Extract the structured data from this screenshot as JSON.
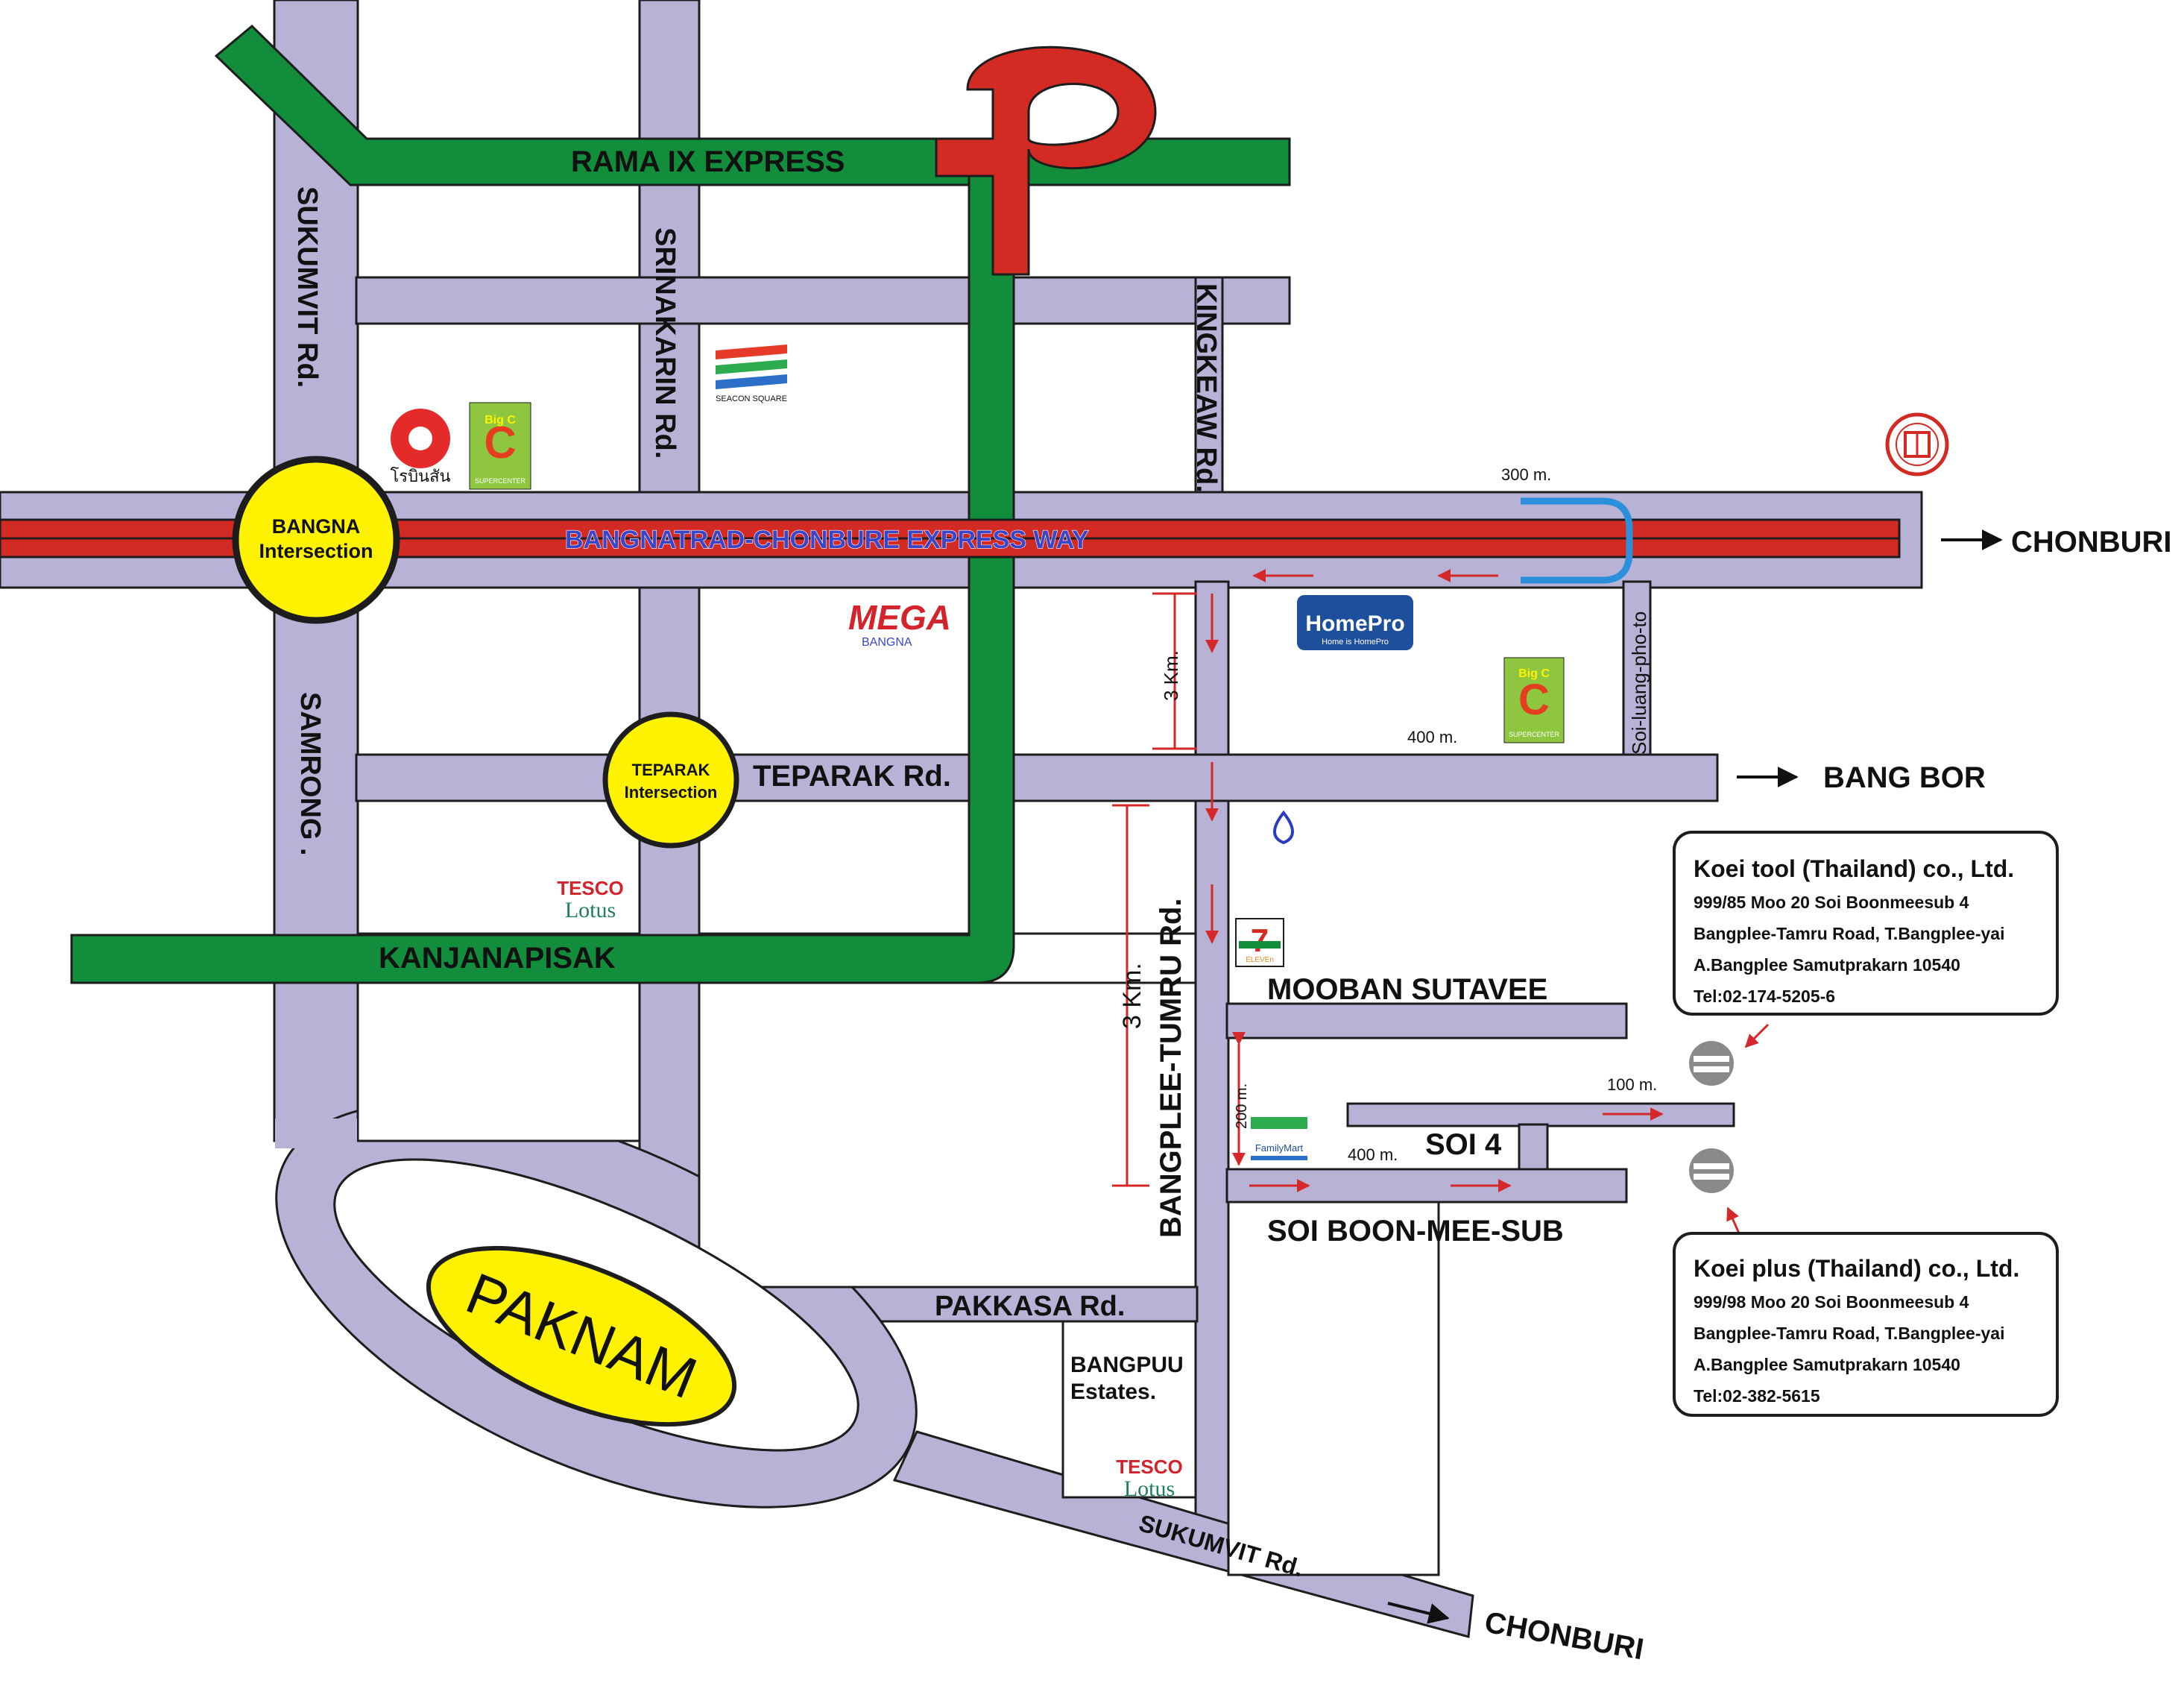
{
  "colors": {
    "road": "#b7b2d6",
    "expressway": "#d42a24",
    "green_road": "#118d3c",
    "circle": "#fff200",
    "outline": "#1d1d1d",
    "blue_uturn": "#2b8fdc"
  },
  "roads": {
    "rama9": "RAMA  IX  EXPRESS",
    "sukumvit_top": "SUKUMVIT  Rd.",
    "srinakarin": "SRINAKARIN Rd.",
    "kingkeaw": "KINGKEAW Rd.",
    "bangna_express": "BANGNATRAD-CHONBURE EXPRESS WAY",
    "samrong": "SAMRONG .",
    "teparak": "TEPARAK Rd.",
    "kanjanapisak": "KANJANAPISAK",
    "bangplee_tumru": "BANGPLEE-TUMRU  Rd.",
    "mooban": "MOOBAN SUTAVEE",
    "soi4": "SOI 4",
    "soi_boon": "SOI BOON-MEE-SUB",
    "pakkasa": "PAKKASA Rd.",
    "sukumvit_bottom": "SUKUMVIT Rd.",
    "soi_luang": "Soi-luang-pho-to"
  },
  "places": {
    "bangna_line1": "BANGNA",
    "bangna_line2": "Intersection",
    "teparak_line1": "TEPARAK",
    "teparak_line2": "Intersection",
    "paknam": "PAKNAM",
    "bangpuu_line1": "BANGPUU",
    "bangpuu_line2": "Estates."
  },
  "directions": {
    "chonburi_east": "CHONBURI",
    "bang_bor": "BANG BOR",
    "chonburi_south": "CHONBURI"
  },
  "distances": {
    "d300": "300 m.",
    "d400a": "400 m.",
    "d3km_a": "3 Km.",
    "d3km_b": "3 Km.",
    "d200": "200 m.",
    "d400b": "400 m.",
    "d100": "100 m."
  },
  "logos": {
    "bigc_top": "Big C",
    "bigc_sub": "SUPERCENTER",
    "robinson": "โรบินสัน",
    "seacon": "SEACON SQUARE",
    "mega": "MEGA",
    "mega_sub": "BANGNA",
    "homepro": "HomePro",
    "homepro_sub": "Home is HomePro",
    "tesco": "TESCO",
    "lotus": "Lotus",
    "seven": "7",
    "seven_sub": "ELEVEn",
    "familymart": "FamilyMart"
  },
  "icons": {
    "company_seal": "company-seal-icon",
    "koei_marker": "koei-marker-icon",
    "gas_station": "gas-station-icon"
  },
  "company1": {
    "name": "Koei tool (Thailand) co., Ltd.",
    "line1": "999/85 Moo 20 Soi Boonmeesub 4",
    "line2": "Bangplee-Tamru Road, T.Bangplee-yai",
    "line3": "A.Bangplee Samutprakarn 10540",
    "tel": "Tel:02-174-5205-6"
  },
  "company2": {
    "name": "Koei plus (Thailand) co., Ltd.",
    "line1": "999/98 Moo 20 Soi Boonmeesub 4",
    "line2": "Bangplee-Tamru Road, T.Bangplee-yai",
    "line3": "A.Bangplee Samutprakarn 10540",
    "tel": "Tel:02-382-5615"
  }
}
